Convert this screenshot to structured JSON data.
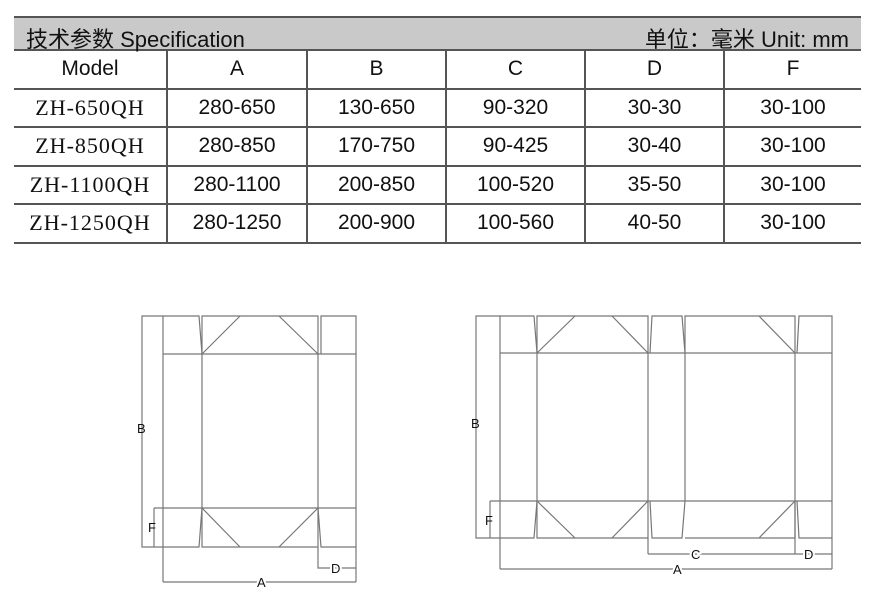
{
  "header": {
    "title": "技术参数  Specification",
    "unit": "单位：毫米  Unit: mm"
  },
  "table": {
    "columns": [
      "Model",
      "A",
      "B",
      "C",
      "D",
      "F"
    ],
    "rows": [
      [
        "ZH-650QH",
        "280-650",
        "130-650",
        "90-320",
        "30-30",
        "30-100"
      ],
      [
        "ZH-850QH",
        "280-850",
        "170-750",
        "90-425",
        "30-40",
        "30-100"
      ],
      [
        "ZH-1100QH",
        "280-1100",
        "200-850",
        "100-520",
        "35-50",
        "30-100"
      ],
      [
        "ZH-1250QH",
        "280-1250",
        "200-900",
        "100-560",
        "40-50",
        "30-100"
      ]
    ]
  },
  "diagram1": {
    "labels": {
      "a": "A",
      "b": "B",
      "d": "D",
      "f": "F"
    }
  },
  "diagram2": {
    "labels": {
      "a": "A",
      "b": "B",
      "c": "C",
      "d": "D",
      "f": "F"
    }
  }
}
